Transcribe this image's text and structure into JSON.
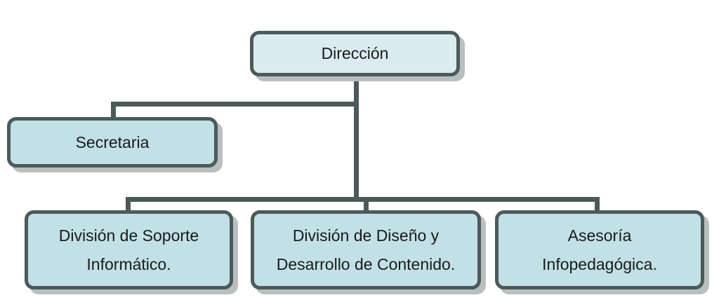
{
  "diagram": {
    "type": "org-chart",
    "background_color": "#ffffff",
    "colors": {
      "node_border": "#4d5a5a",
      "connector_line": "#4d5a5a",
      "drop_shadow": "#b9bfbf",
      "root_node_fill": "#daecf1",
      "child_node_fill": "#c2e1e6",
      "text": "#1a1a1a"
    },
    "nodes": [
      {
        "id": "direccion",
        "label": "Dirección",
        "lines": [
          "Dirección"
        ],
        "parent": null
      },
      {
        "id": "secretaria",
        "label": "Secretaria",
        "lines": [
          "Secretaria"
        ],
        "parent": "direccion"
      },
      {
        "id": "soporte",
        "label": "División de Soporte Informático.",
        "lines": [
          "División de Soporte",
          "Informático."
        ],
        "parent": "direccion"
      },
      {
        "id": "diseno",
        "label": "División de Diseño y Desarrollo de Contenido.",
        "lines": [
          "División de Diseño y",
          "Desarrollo de Contenido."
        ],
        "parent": "direccion"
      },
      {
        "id": "asesoria",
        "label": "Asesoría Infopedagógica.",
        "lines": [
          "Asesoría",
          "Infopedagógica."
        ],
        "parent": "direccion"
      }
    ]
  }
}
